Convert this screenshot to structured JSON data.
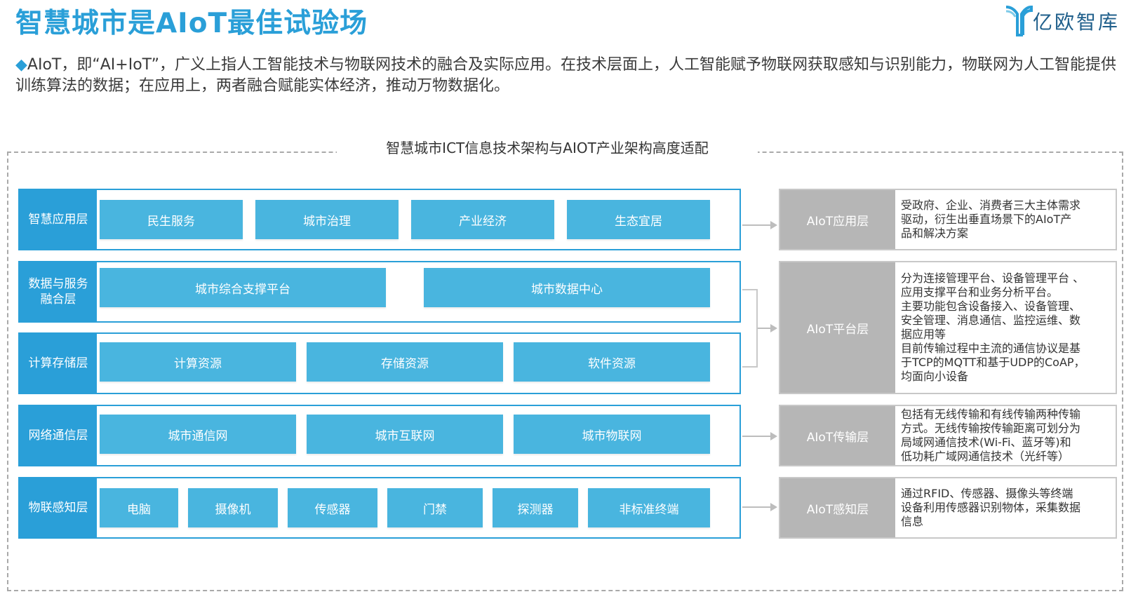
{
  "header": {
    "title": "智慧城市是AIoT最佳试验场",
    "logo_text": "亿欧智库",
    "intro": "AIoT，即“AI+IoT”，广义上指人工智能技术与物联网技术的融合及实际应用。在技术层面上，人工智能赋予物联网获取感知与识别能力，物联网为人工智能提供训练算法的数据；在应用上，两者融合赋能实体经济，推动万物数据化。"
  },
  "diagram": {
    "title": "智慧城市ICT信息技术架构与AIOT产业架构高度适配",
    "layers": [
      {
        "label": "智慧应用层",
        "cells": [
          "民生服务",
          "城市治理",
          "产业经济",
          "生态宜居"
        ]
      },
      {
        "label": "数据与服务\n融合层",
        "cells": [
          "城市综合支撑平台",
          "城市数据中心"
        ]
      },
      {
        "label": "计算存储层",
        "cells": [
          "计算资源",
          "存储资源",
          "软件资源"
        ]
      },
      {
        "label": "网络通信层",
        "cells": [
          "城市通信网",
          "城市互联网",
          "城市物联网"
        ]
      },
      {
        "label": "物联感知层",
        "cells": [
          "电脑",
          "摄像机",
          "传感器",
          "门禁",
          "探测器",
          "非标准终端"
        ]
      }
    ],
    "aiot_layers": [
      {
        "label": "AIoT应用层",
        "desc": "受政府、企业、消费者三大主体需求\n驱动，衍生出垂直场景下的AIoT产\n品和解决方案"
      },
      {
        "label": "AIoT平台层",
        "desc": "分为连接管理平台、设备管理平台 、\n应用支撑平台和业务分析平台。\n主要功能包含设备接入、设备管理、\n安全管理、消息通信、监控运维、数\n据应用等\n目前传输过程中主流的通信协议是基\n于TCP的MQTT和基于UDP的CoAP，\n均面向小设备"
      },
      {
        "label": "AIoT传输层",
        "desc": "包括有无线传输和有线传输两种传输\n方式。无线传输按传输距离可划分为\n局域网通信技术(Wi-Fi、蓝牙等)和\n低功耗广域网通信技术（光纤等）"
      },
      {
        "label": "AIoT感知层",
        "desc": "通过RFID、传感器、摄像头等终端\n设备利用传感器识别物体，采集数据\n信息"
      }
    ]
  },
  "colors": {
    "accent": "#2a9fd8",
    "cell": "#49b5df",
    "aiot_label": "#b6b6b6",
    "border_gray": "#c8c8c8"
  }
}
